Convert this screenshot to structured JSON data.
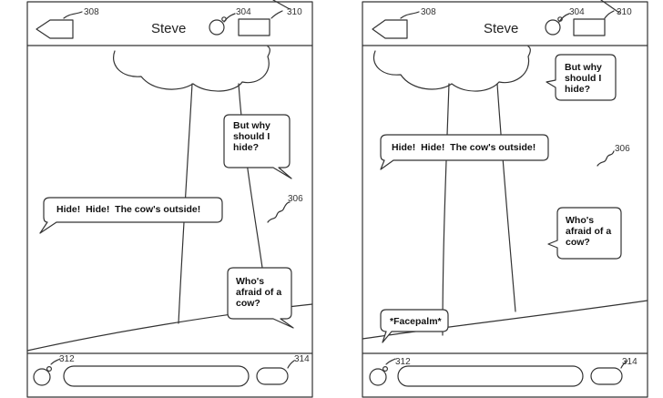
{
  "phones": [
    {
      "header": {
        "title": "Steve",
        "back_ref": "308",
        "camera_ref": "304",
        "call_ref": "310"
      },
      "footer": {
        "left_ref": "312",
        "right_ref": "314"
      },
      "annotation_ref": "306",
      "messages": [
        {
          "text": "But why should I hide?"
        },
        {
          "text": "Hide!  Hide!  The cow's outside!"
        },
        {
          "text": "Who's afraid of a cow?"
        }
      ]
    },
    {
      "header": {
        "title": "Steve",
        "back_ref": "308",
        "camera_ref": "304",
        "call_ref": "310"
      },
      "footer": {
        "left_ref": "312",
        "right_ref": "314"
      },
      "annotation_ref": "306",
      "messages": [
        {
          "text": "But why should I hide?"
        },
        {
          "text": "Hide!  Hide!  The cow's outside!"
        },
        {
          "text": "Who's afraid of a cow?"
        },
        {
          "text": "*Facepalm*"
        }
      ]
    }
  ]
}
